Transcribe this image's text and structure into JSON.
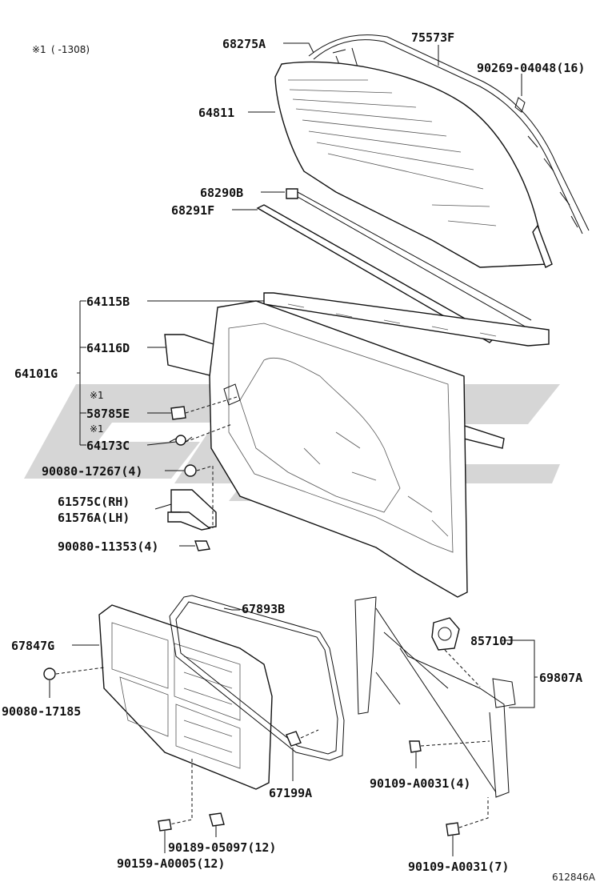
{
  "note": {
    "mark": "※1",
    "range": "(      -1308)"
  },
  "figure_id": "612846A",
  "watermark_colors": {
    "fill": "#cfcfcf"
  },
  "labels": {
    "p68275A": "68275A",
    "p75573F": "75573F",
    "p90269": "90269-04048(16)",
    "p64811": "64811",
    "p68290B": "68290B",
    "p68291F": "68291F",
    "p64115B": "64115B",
    "p64116D": "64116D",
    "p64101G": "64101G",
    "mark1": "※1",
    "p58785E": "58785E",
    "mark2": "※1",
    "p64173C": "64173C",
    "p90080_17267": "90080-17267(4)",
    "p61575C": "61575C(RH)",
    "p61576A": "61576A(LH)",
    "p90080_11353": "90080-11353(4)",
    "p67893B": "67893B",
    "p67847G": "67847G",
    "p85710J": "85710J",
    "p69807A": "69807A",
    "p90080_17185": "90080-17185",
    "p67199A": "67199A",
    "p90109_A0031_4": "90109-A0031(4)",
    "p90189_05097": "90189-05097(12)",
    "p90159_A0005": "90159-A0005(12)",
    "p90109_A0031_7": "90109-A0031(7)"
  }
}
